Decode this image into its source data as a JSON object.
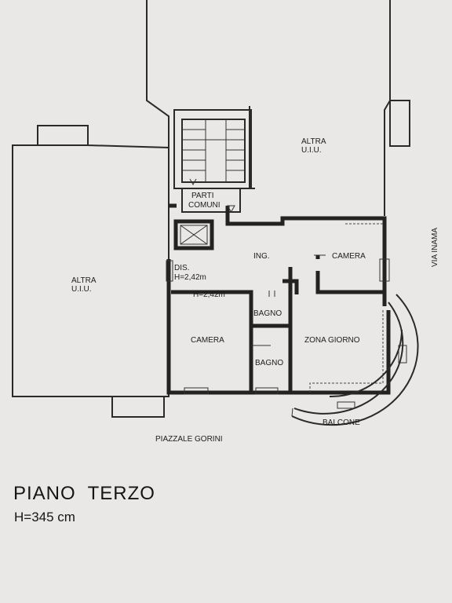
{
  "rooms": {
    "altra_left": "ALTRA",
    "uiu_left": "U.I.U.",
    "altra_top": "ALTRA",
    "uiu_top": "U.I.U.",
    "parti": "PARTI",
    "comuni": "COMUNI",
    "ing": "ING.",
    "camera_right": "CAMERA",
    "dis": "DIS.",
    "h_dis": "H=2,42m",
    "h_corr": "H=2,42m",
    "bagno_1": "BAGNO",
    "bagno_2": "BAGNO",
    "camera_left": "CAMERA",
    "zona_giorno": "ZONA GIORNO",
    "balcone": "BALCONE"
  },
  "streets": {
    "via_inama": "VIA INAMA",
    "piazzale": "PIAZZALE GORINI"
  },
  "title": {
    "floor": "PIANO  TERZO",
    "height": "H=345 cm"
  },
  "colors": {
    "paper": "#e9e8e6",
    "ink": "#222222"
  }
}
